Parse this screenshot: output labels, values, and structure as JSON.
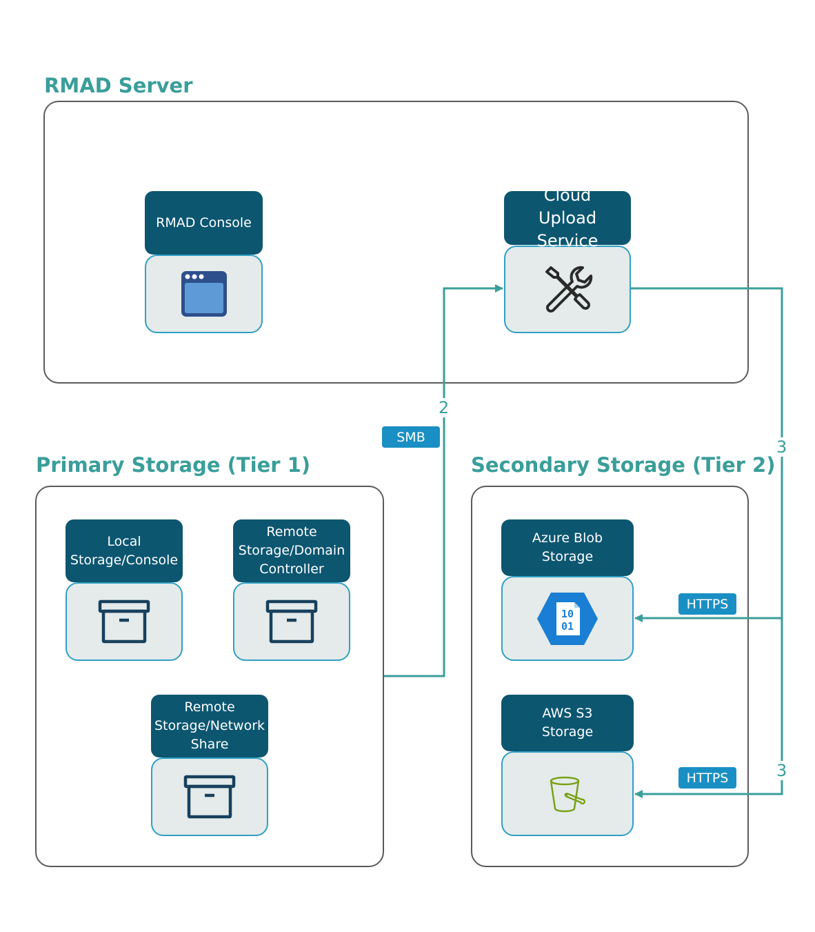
{
  "titles": {
    "server": "RMAD Server",
    "primary": "Primary Storage (Tier 1)",
    "secondary": "Secondary Storage (Tier 2)"
  },
  "nodes": {
    "rmad_console": {
      "label": "RMAD Console",
      "icon": "application-window-icon"
    },
    "cloud_upload": {
      "label": "Cloud Upload Service",
      "icon": "tools-icon"
    },
    "local_storage": {
      "label": "Local Storage/Console",
      "icon": "archive-box-icon"
    },
    "remote_dc": {
      "label": "Remote Storage/Domain Controller",
      "icon": "archive-box-icon"
    },
    "remote_share": {
      "label": "Remote Storage/Network Share",
      "icon": "archive-box-icon"
    },
    "azure_blob": {
      "label": "Azure Blob Storage",
      "icon": "azure-blob-icon",
      "icon_text_top": "10",
      "icon_text_bottom": "01"
    },
    "aws_s3": {
      "label": "AWS S3 Storage",
      "icon": "bucket-icon"
    }
  },
  "connectors": {
    "smb": {
      "step": "2",
      "protocol": "SMB"
    },
    "azure": {
      "step": "3",
      "protocol": "HTTPS"
    },
    "aws": {
      "step": "3",
      "protocol": "HTTPS"
    }
  },
  "colors": {
    "title": "#3a9e9a",
    "label_bg": "#0d5670",
    "node_body": "#e4ebea",
    "node_border": "#2f9fc4",
    "connector": "#3a9e9a",
    "pill": "#1a8fc4",
    "box_border": "#5a5a5a",
    "aws_green": "#7aa116",
    "azure_blue": "#1a7fd4"
  }
}
